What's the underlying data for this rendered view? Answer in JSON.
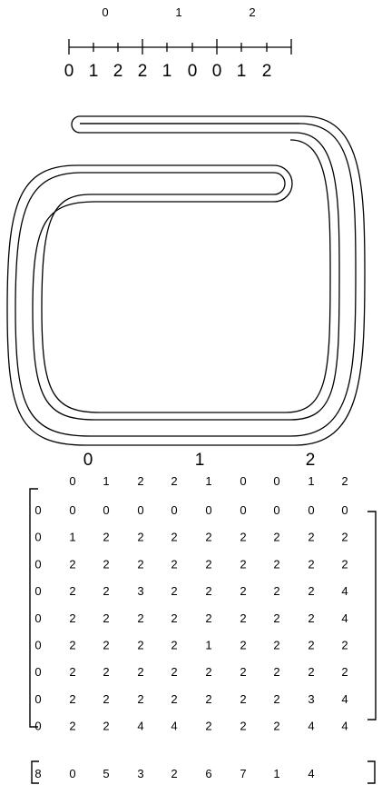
{
  "ruler": {
    "top_labels": [
      "0",
      "1",
      "2"
    ],
    "bottom_labels": [
      "0",
      "1",
      "2",
      "2",
      "1",
      "0",
      "0",
      "1",
      "2"
    ]
  },
  "matrix": {
    "column_groups": [
      "0",
      "1",
      "2"
    ],
    "column_header": [
      "0",
      "1",
      "2",
      "2",
      "1",
      "0",
      "0",
      "1",
      "2"
    ],
    "rows": [
      [
        "0",
        "0",
        "0",
        "0",
        "0",
        "0",
        "0",
        "0",
        "0",
        "0"
      ],
      [
        "0",
        "1",
        "2",
        "2",
        "2",
        "2",
        "2",
        "2",
        "2",
        "2"
      ],
      [
        "0",
        "2",
        "2",
        "2",
        "2",
        "2",
        "2",
        "2",
        "2",
        "2"
      ],
      [
        "0",
        "2",
        "2",
        "3",
        "2",
        "2",
        "2",
        "2",
        "2",
        "4"
      ],
      [
        "0",
        "2",
        "2",
        "2",
        "2",
        "2",
        "2",
        "2",
        "2",
        "4"
      ],
      [
        "0",
        "2",
        "2",
        "2",
        "2",
        "1",
        "2",
        "2",
        "2",
        "2"
      ],
      [
        "0",
        "2",
        "2",
        "2",
        "2",
        "2",
        "2",
        "2",
        "2",
        "2"
      ],
      [
        "0",
        "2",
        "2",
        "2",
        "2",
        "2",
        "2",
        "2",
        "3",
        "4"
      ],
      [
        "0",
        "2",
        "2",
        "4",
        "4",
        "2",
        "2",
        "2",
        "4",
        "4"
      ]
    ]
  },
  "vector": [
    "8",
    "0",
    "5",
    "3",
    "2",
    "6",
    "7",
    "1",
    "4"
  ]
}
